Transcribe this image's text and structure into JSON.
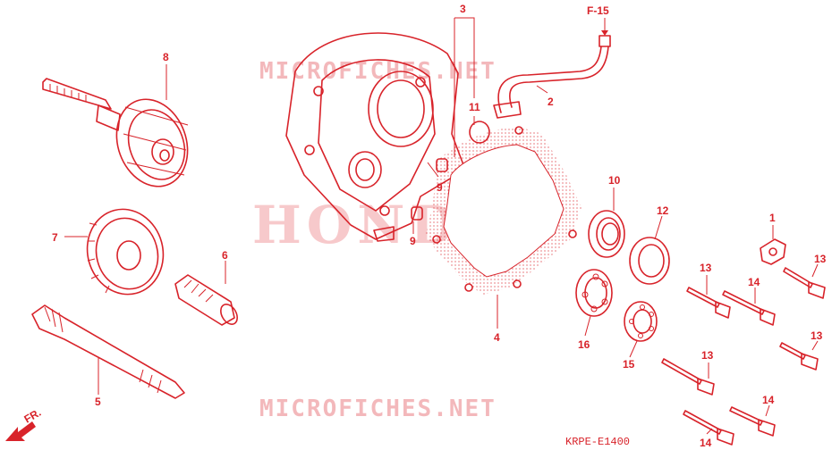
{
  "watermark": {
    "site": "MICROFICHES.NET",
    "brand": "HONDA"
  },
  "reference": "F-15",
  "diagram_code": "KRPE-E1400",
  "front_indicator": "FR.",
  "callouts": [
    {
      "id": "1",
      "label": "1"
    },
    {
      "id": "2",
      "label": "2"
    },
    {
      "id": "3",
      "label": "3"
    },
    {
      "id": "4",
      "label": "4"
    },
    {
      "id": "5",
      "label": "5"
    },
    {
      "id": "6",
      "label": "6"
    },
    {
      "id": "7",
      "label": "7"
    },
    {
      "id": "8",
      "label": "8"
    },
    {
      "id": "9a",
      "label": "9"
    },
    {
      "id": "9b",
      "label": "9"
    },
    {
      "id": "10",
      "label": "10"
    },
    {
      "id": "11",
      "label": "11"
    },
    {
      "id": "12",
      "label": "12"
    },
    {
      "id": "13a",
      "label": "13"
    },
    {
      "id": "13b",
      "label": "13"
    },
    {
      "id": "13c",
      "label": "13"
    },
    {
      "id": "13d",
      "label": "13"
    },
    {
      "id": "14a",
      "label": "14"
    },
    {
      "id": "14b",
      "label": "14"
    },
    {
      "id": "14c",
      "label": "14"
    },
    {
      "id": "15",
      "label": "15"
    },
    {
      "id": "16",
      "label": "16"
    }
  ],
  "colors": {
    "line": "#d8232a",
    "watermark": "#f3b8bb"
  }
}
